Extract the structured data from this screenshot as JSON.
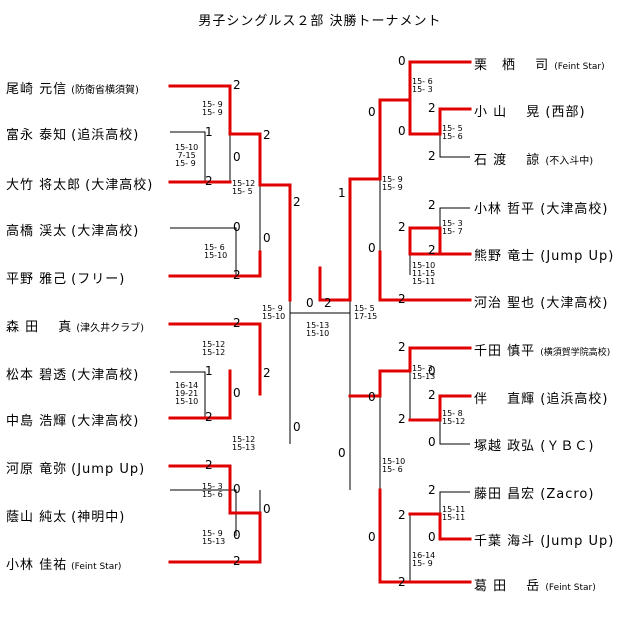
{
  "title": "男子シングルス２部 決勝トーナメント",
  "left_players": [
    {
      "name": "尾崎 元信",
      "team": "(防衛省横須賀)",
      "size": "sm"
    },
    {
      "name": "富永 泰知",
      "team": "(追浜高校)",
      "size": ""
    },
    {
      "name": "大竹 将太郎",
      "team": "(大津高校)",
      "size": ""
    },
    {
      "name": "高橋 渓太",
      "team": "(大津高校)",
      "size": ""
    },
    {
      "name": "平野 雅己",
      "team": "(フリー)",
      "size": ""
    },
    {
      "name": "森 田 　真",
      "team": "(津久井クラブ)",
      "size": "sm"
    },
    {
      "name": "松本 碧透",
      "team": "(大津高校)",
      "size": ""
    },
    {
      "name": "中島 浩輝",
      "team": "(大津高校)",
      "size": ""
    },
    {
      "name": "河原 竜弥",
      "team": "(Jump Up)",
      "size": ""
    },
    {
      "name": "蔭山 純太",
      "team": "(神明中)",
      "size": ""
    },
    {
      "name": "小林 佳祐",
      "team": "(Feint Star)",
      "size": "xs"
    }
  ],
  "right_players": [
    {
      "name": "栗　栖　 司",
      "team": "(Feint Star)",
      "size": "xs"
    },
    {
      "name": "小 山 　晃",
      "team": "(西部)",
      "size": ""
    },
    {
      "name": "石 渡 　諒",
      "team": "(不入斗中)",
      "size": "sm"
    },
    {
      "name": "小林 哲平",
      "team": "(大津高校)",
      "size": ""
    },
    {
      "name": "熊野 竜士",
      "team": "(Jump Up)",
      "size": ""
    },
    {
      "name": "河治 聖也",
      "team": "(大津高校)",
      "size": ""
    },
    {
      "name": "千田 慎平",
      "team": "(横須賀学院高校)",
      "size": "xs"
    },
    {
      "name": "伴 　直輝",
      "team": "(追浜高校)",
      "size": ""
    },
    {
      "name": "塚越 政弘",
      "team": "(ＹＢＣ)",
      "size": ""
    },
    {
      "name": "藤田 昌宏",
      "team": "(Zacro)",
      "size": ""
    },
    {
      "name": "千葉 海斗",
      "team": "(Jump Up)",
      "size": ""
    },
    {
      "name": "葛 田 　岳",
      "team": "(Feint Star)",
      "size": "xs"
    }
  ],
  "scores": [
    "2",
    "1",
    "0",
    "2",
    "0",
    "2",
    "2",
    "0",
    "2",
    "2",
    "1",
    "0",
    "2",
    "2",
    "0",
    "0",
    "2",
    "0",
    "0",
    "2",
    "0",
    "2",
    "0",
    "2",
    "0",
    "2",
    "0",
    "1",
    "2",
    "2",
    "2",
    "0",
    "2",
    "2",
    "0",
    "0",
    "2",
    "2",
    "0",
    "0",
    "2",
    "2",
    "0",
    "0",
    "2",
    "0",
    "2",
    "2",
    "0",
    "0",
    "2",
    "0",
    "2"
  ],
  "game_scores": [
    "15- 9\n15- 9",
    "15-10\n 7-15\n15- 9",
    "15-12\n15- 5",
    "15- 6\n15-10",
    "15- 9\n15-10",
    "15-12\n15-12",
    "16-14\n19-21\n15-10",
    "15- 3\n15- 6",
    "15- 9\n15-13",
    "15-12\n15-13",
    "15-13\n15-10",
    "15- 5\n17-15",
    "15- 6\n15- 3",
    "15- 5\n15- 6",
    "15- 9\n15- 9",
    "15- 3\n15- 7",
    "15-10\n11-15\n15-11",
    "15- 3\n15-13",
    "15- 8\n15-12",
    "15-11\n15-11",
    "16-14\n15- 9",
    "15-10\n15- 6"
  ]
}
